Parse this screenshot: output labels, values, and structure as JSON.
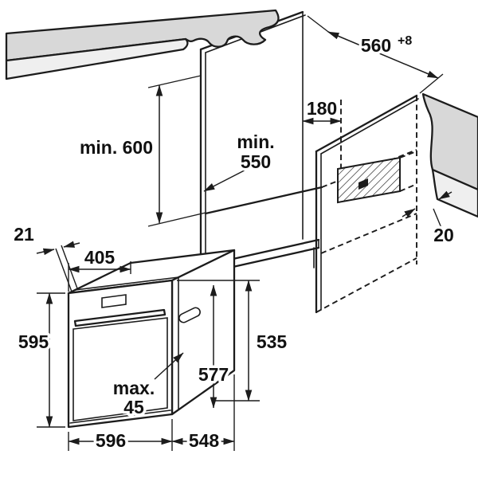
{
  "diagram": {
    "type": "oven-installation-drawing",
    "colors": {
      "line": "#1c1c1c",
      "worktop_top": "#d8d8d8",
      "worktop_front": "#efefef",
      "background": "#ffffff"
    },
    "labels": {
      "niche_height": "min. 600",
      "niche_depth_line1": "min.",
      "niche_depth_line2": "550",
      "niche_width": "560",
      "niche_width_tolerance": "+8",
      "vent_recess": "180",
      "rear_gap": "20",
      "front_offset": "21",
      "top_depth": "405",
      "oven_height": "595",
      "oven_rear_height": "535",
      "oven_body_depth": "577",
      "door_clearance_line1": "max.",
      "door_clearance_line2": "45",
      "oven_width": "596",
      "oven_depth": "548"
    }
  }
}
